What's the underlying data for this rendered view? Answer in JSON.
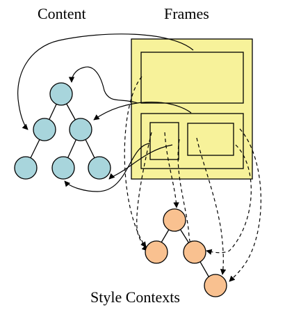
{
  "labels": {
    "content": "Content",
    "frames": "Frames",
    "style_contexts": "Style Contexts"
  },
  "colors": {
    "content_node": "#a8d5dc",
    "style_node": "#f9c190",
    "frame_fill": "#f7f29a",
    "stroke": "#000000",
    "background": "#ffffff"
  }
}
